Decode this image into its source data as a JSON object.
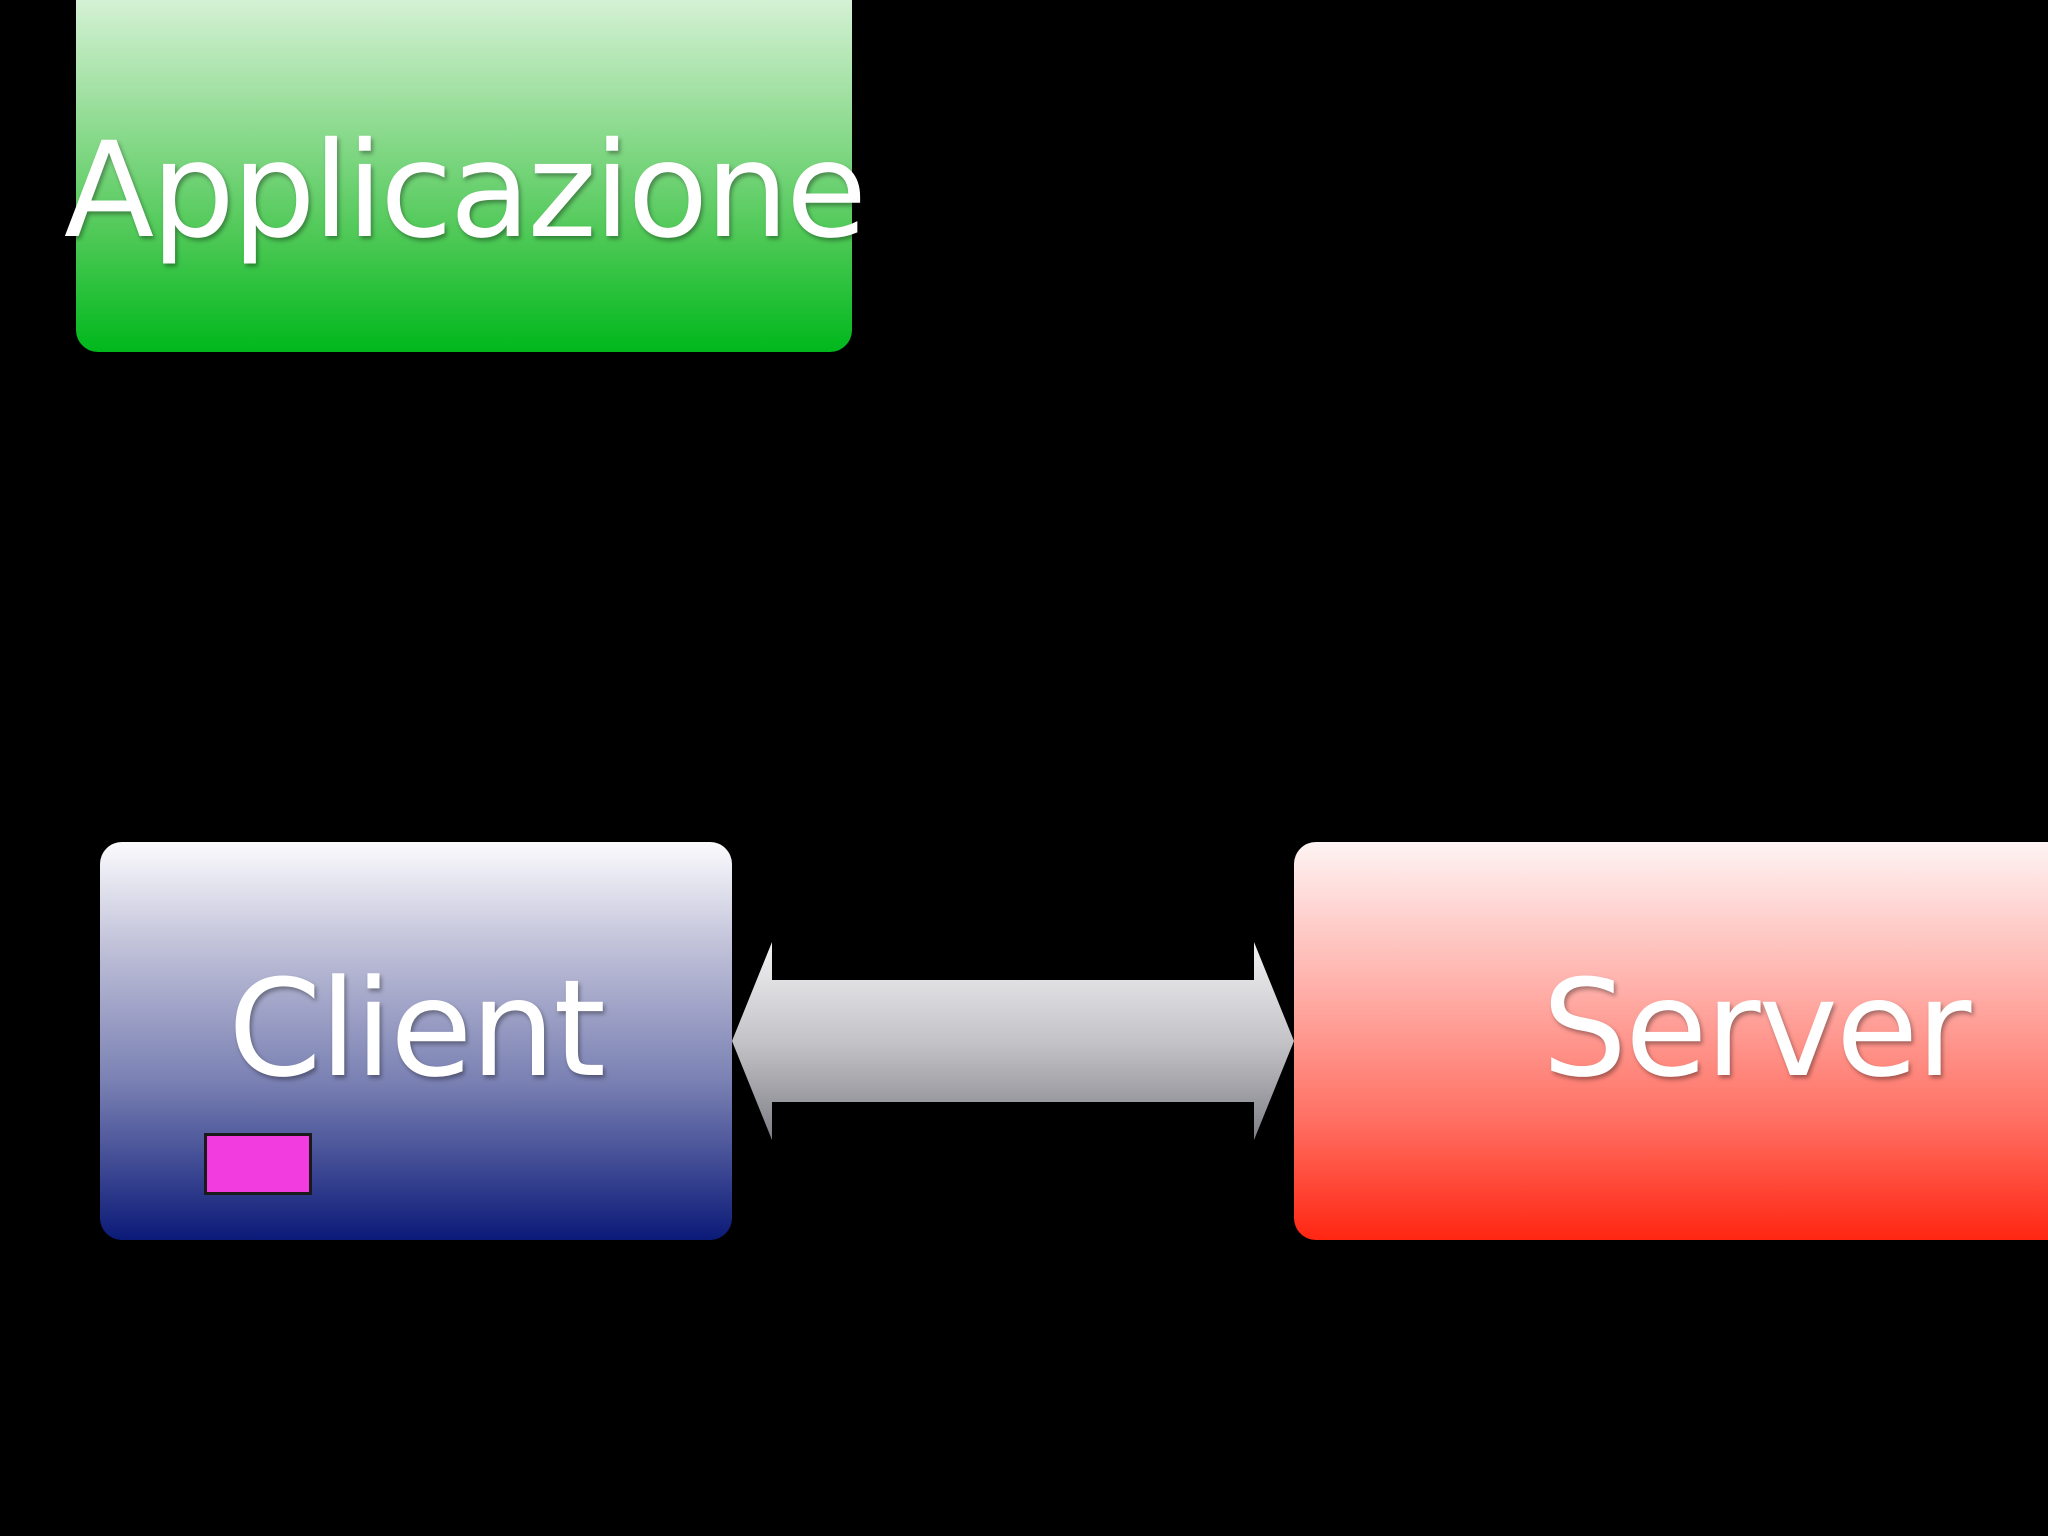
{
  "diagram": {
    "application": {
      "label": "Applicazione",
      "color": "#00b81c"
    },
    "client": {
      "label": "Client",
      "color": "#0b1a78"
    },
    "server": {
      "label": "Server",
      "color": "#ff2612"
    },
    "marker": {
      "color": "#f23ce0"
    },
    "connection": {
      "type": "bidirectional-arrow",
      "from": "Client",
      "to": "Server"
    }
  }
}
